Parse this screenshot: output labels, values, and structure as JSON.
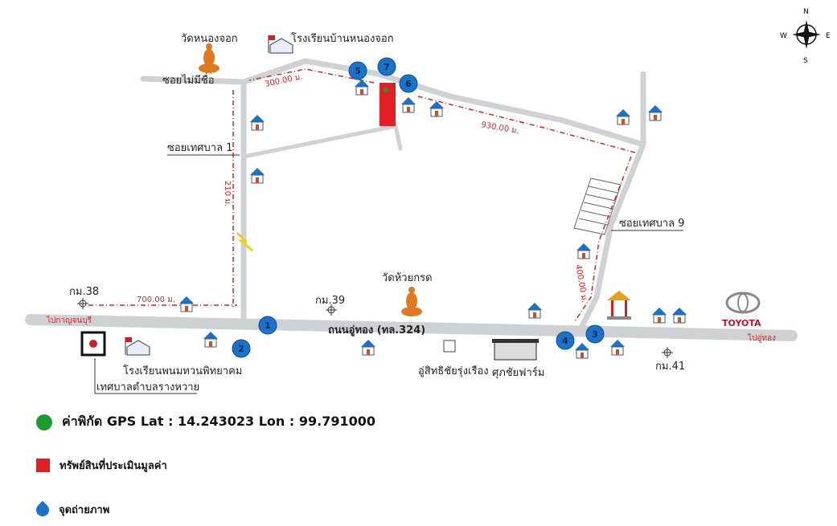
{
  "labels": {
    "temple_nongjok": "วัดหนองจอก",
    "school_nongjok": "โรงเรียนบ้านหนองจอก",
    "soi_no_name": "ซอยไม่มีชื่อ",
    "soi_thesaban1": "ซอยเทศบาล 1",
    "soi_thesaban9": "ซอยเทศบาล 9",
    "temple_huaykrot": "วัดห้วยกรด",
    "main_road": "ถนนอู่ทอง (ทล.324)",
    "to_kanchanaburi": "ไปกาญจนบุรี",
    "to_uthong": "ไปอู่ทอง",
    "km38": "กม.38",
    "km39": "กม.39",
    "km41": "กม.41",
    "school_phanom": "โรงเรียนพนมทวนพิทยาคม",
    "municipality": "เทศบาลตำบลรางหวาย",
    "garage": "อู่สิทธิชัยรุ่งเรือง",
    "farm": "ศุภชัยฟาร์ม",
    "toyota": "TOYOTA"
  },
  "distances": {
    "d300": "300.00 ม.",
    "d930": "930.00 ม.",
    "d210": "210 ม.",
    "d700": "700.00 ม.",
    "d400": "400.00 ม."
  },
  "photo_points": [
    "1",
    "2",
    "3",
    "4",
    "5",
    "6",
    "7"
  ],
  "compass": {
    "n": "N",
    "s": "S",
    "e": "E",
    "w": "W"
  },
  "legend": {
    "gps": "ค่าพิกัด GPS Lat : 14.243023 Lon : 99.791000",
    "property": "ทรัพย์สินที่ประเมินมูลค่า",
    "photo": "จุดถ่ายภาพ"
  },
  "colors": {
    "property": "#e31e24",
    "photo": "#1a73c9",
    "gps": "#1e9a2e"
  }
}
